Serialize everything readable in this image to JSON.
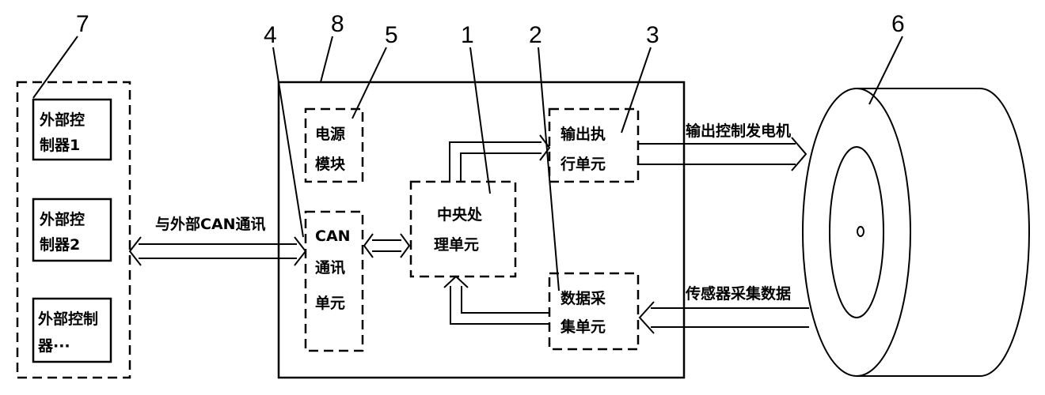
{
  "callouts": {
    "n1": "1",
    "n2": "2",
    "n3": "3",
    "n4": "4",
    "n5": "5",
    "n6": "6",
    "n7": "7",
    "n8": "8"
  },
  "external": {
    "ctrl1": [
      "外部控",
      "制器1"
    ],
    "ctrl2": [
      "外部控",
      "制器2"
    ],
    "ctrl3": [
      "外部控制",
      "器···"
    ]
  },
  "modules": {
    "power": [
      "电源",
      "模块"
    ],
    "can": [
      "CAN",
      "通讯",
      "单元"
    ],
    "cpu": [
      "中央处",
      "理单元"
    ],
    "output": [
      "输出执",
      "行单元"
    ],
    "data": [
      "数据采",
      "集单元"
    ]
  },
  "links": {
    "external_can": "与外部CAN通讯",
    "output_motor": "输出控制发电机",
    "sensor": "传感器采集数据"
  },
  "colors": {
    "line": "#000000",
    "background": "#ffffff"
  }
}
